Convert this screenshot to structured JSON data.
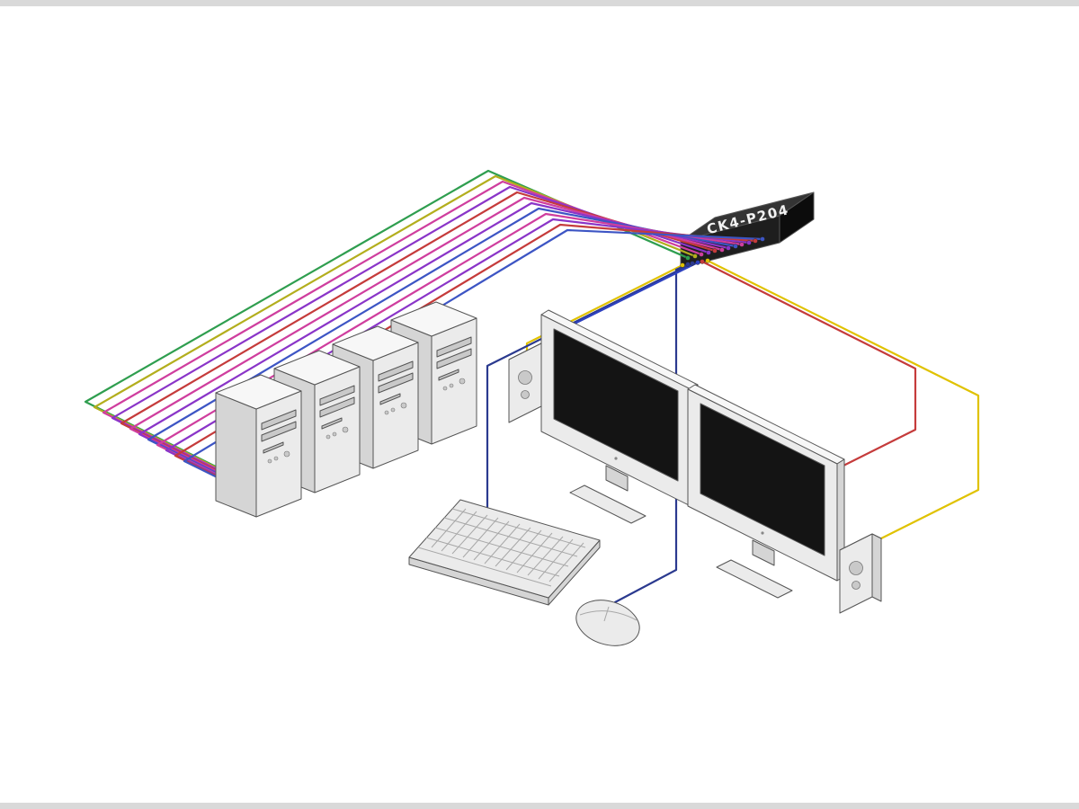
{
  "kvm_switch": {
    "label": "CK4-P204"
  },
  "colors": {
    "background": "#ffffff",
    "letterbox": "#d9d9d9",
    "outline": "#555555",
    "switch_top": "#343434",
    "switch_front": "#1e1e1e",
    "switch_side": "#0c0c0c",
    "switch_label": "#f2f2f2",
    "device_front": "#ebebeb",
    "device_side": "#d5d5d5",
    "device_top": "#f7f7f7",
    "device_detail": "#c9c9c9",
    "screen": "#141414",
    "key_lines": "#a8a8a8"
  },
  "devices": [
    {
      "id": "kvm-switch",
      "type": "kvm-switch",
      "label": "CK4-P204"
    },
    {
      "id": "computer-tower-1",
      "type": "computer"
    },
    {
      "id": "computer-tower-2",
      "type": "computer"
    },
    {
      "id": "computer-tower-3",
      "type": "computer"
    },
    {
      "id": "computer-tower-4",
      "type": "computer"
    },
    {
      "id": "monitor-1",
      "type": "monitor"
    },
    {
      "id": "monitor-2",
      "type": "monitor"
    },
    {
      "id": "keyboard",
      "type": "keyboard"
    },
    {
      "id": "mouse",
      "type": "mouse"
    },
    {
      "id": "speaker-left",
      "type": "speaker"
    },
    {
      "id": "speaker-right",
      "type": "speaker"
    }
  ],
  "cables": {
    "bundle": [
      {
        "to": "computer-1",
        "color": "#2f9e4f"
      },
      {
        "to": "computer-1",
        "color": "#b3ae1d"
      },
      {
        "to": "computer-1",
        "color": "#cf3e9e"
      },
      {
        "to": "computer-2",
        "color": "#8a35c8"
      },
      {
        "to": "computer-2",
        "color": "#c53b3b"
      },
      {
        "to": "computer-2",
        "color": "#cf3e9e"
      },
      {
        "to": "computer-3",
        "color": "#8a35c8"
      },
      {
        "to": "computer-3",
        "color": "#3d55c4"
      },
      {
        "to": "computer-3",
        "color": "#cf3e9e"
      },
      {
        "to": "computer-4",
        "color": "#8a35c8"
      },
      {
        "to": "computer-4",
        "color": "#c53b3b"
      },
      {
        "to": "computer-4",
        "color": "#3d55c4"
      }
    ],
    "console": [
      {
        "to": "speaker-left",
        "color": "#e0c200"
      },
      {
        "to": "mouse",
        "color": "#2b3a8f"
      },
      {
        "to": "keyboard",
        "color": "#2b3a8f"
      },
      {
        "to": "monitor-1",
        "color": "#2e41c0"
      },
      {
        "to": "monitor-2",
        "color": "#c53b3b"
      },
      {
        "to": "speaker-right",
        "color": "#e0c200"
      }
    ]
  }
}
